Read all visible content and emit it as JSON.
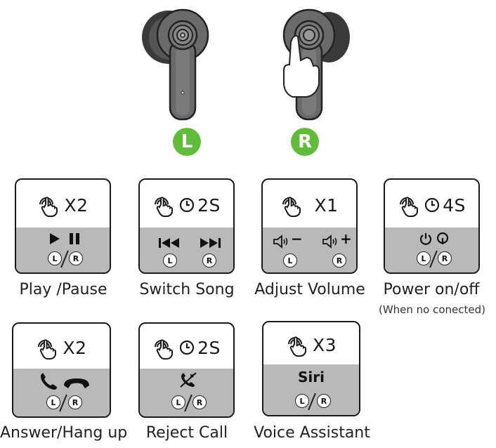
{
  "earbuds": {
    "left_badge": "L",
    "right_badge": "R"
  },
  "badge_color": "#5fbd3a",
  "panel_color": "#b9b9b9",
  "cards": {
    "play_pause": {
      "gesture": "X2",
      "caption": "Play /Pause",
      "left": "L",
      "right": "R"
    },
    "switch_song": {
      "gesture": "2S",
      "caption": "Switch Song",
      "left": "L",
      "right": "R"
    },
    "adjust_volume": {
      "gesture": "X1",
      "caption": "Adjust Volume",
      "left": "L",
      "right": "R",
      "minus": "−",
      "plus": "+"
    },
    "power": {
      "gesture": "4S",
      "caption": "Power on/off",
      "subcaption": "(When no conected)",
      "left": "L",
      "right": "R"
    },
    "answer": {
      "gesture": "X2",
      "caption": "Answer/Hang up",
      "left": "L",
      "right": "R"
    },
    "reject": {
      "gesture": "2S",
      "caption": "Reject Call",
      "left": "L",
      "right": "R"
    },
    "voice": {
      "gesture": "X3",
      "caption": "Voice Assistant",
      "siri": "Siri",
      "left": "L",
      "right": "R"
    }
  }
}
